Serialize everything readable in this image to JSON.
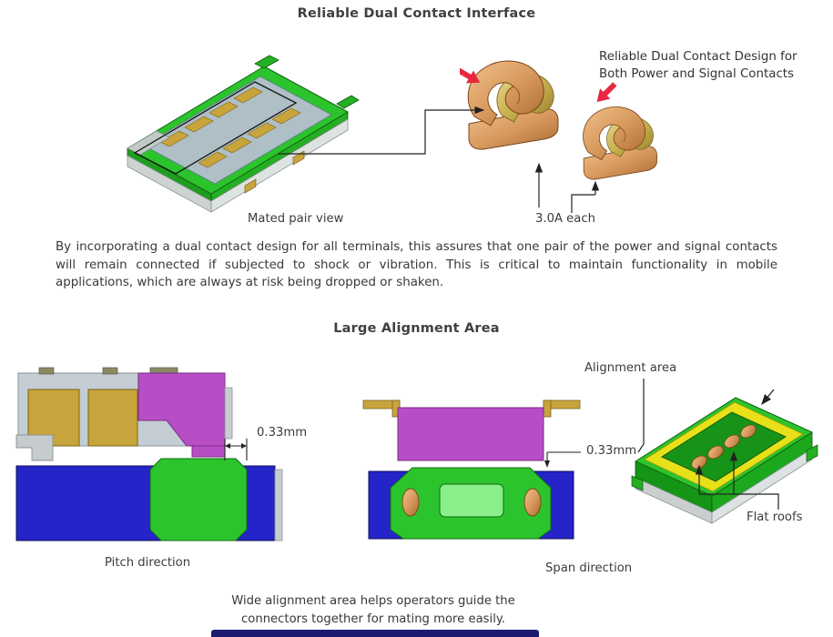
{
  "titles": {
    "section1": "Reliable Dual Contact Interface",
    "section2": "Large Alignment Area"
  },
  "section1": {
    "annotation": "Reliable Dual Contact Design for Both Power and Signal Contacts",
    "mated_pair_label": "Mated pair view",
    "current_label": "3.0A each",
    "body_text": "By incorporating a dual contact design for all terminals, this assures that one pair of the power and signal contacts will remain connected if subjected to shock or vibration. This is critical to maintain functionality in mobile applications, which are always at risk being dropped or shaken."
  },
  "section2": {
    "pitch_dimension": "0.33mm",
    "span_dimension": "0.33mm",
    "alignment_label": "Alignment area",
    "flat_roofs_label": "Flat roofs",
    "pitch_label": "Pitch direction",
    "span_label": "Span direction",
    "caption": "Wide alignment area helps operators guide the connectors together for mating more easily."
  },
  "colors": {
    "housing_green": "#2cc42c",
    "insulator_magenta": "#b84ec6",
    "plug_blue": "#2424c8",
    "contact_gold": "#c8a43c",
    "alignment_yellow": "#e8e018",
    "arrow_red": "#e82840",
    "text": "#3c3c3c",
    "footer_navy": "#1b1b70"
  }
}
